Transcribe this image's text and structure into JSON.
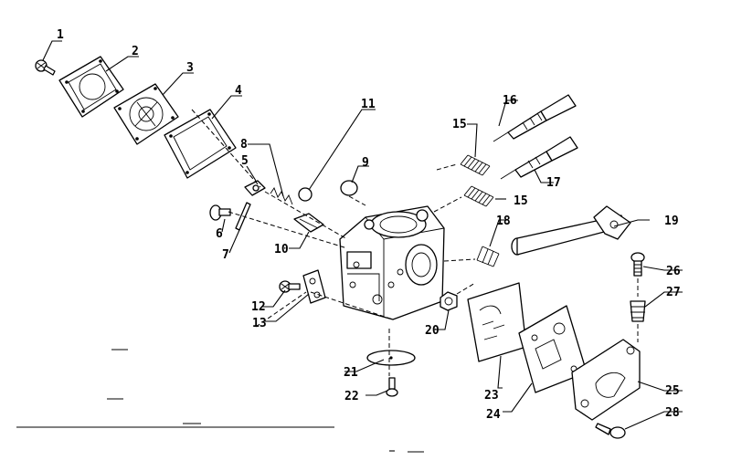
{
  "diagram": {
    "callouts": [
      "1",
      "2",
      "3",
      "4",
      "5",
      "6",
      "7",
      "8",
      "9",
      "10",
      "11",
      "12",
      "13",
      "15",
      "16",
      "17",
      "15",
      "18",
      "19",
      "20",
      "21",
      "22",
      "23",
      "24",
      "25",
      "26",
      "27",
      "28"
    ]
  }
}
